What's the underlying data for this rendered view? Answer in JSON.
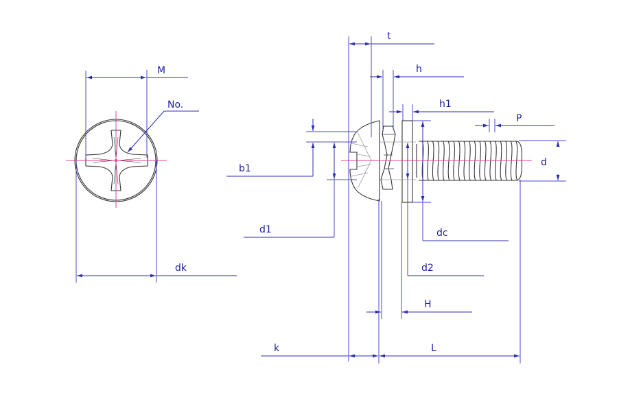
{
  "drawing": {
    "title": "Cross recessed pan head screw with spring washer and plain washer assembly",
    "colors": {
      "dimension": "#2b2bb0",
      "object": "#333333",
      "centerline": "#e0409a",
      "background": "#ffffff"
    },
    "top_view": {
      "labels": {
        "M": "M",
        "No": "No.",
        "dk": "dk"
      }
    },
    "side_view": {
      "labels": {
        "t": "t",
        "h": "h",
        "h1": "h1",
        "P": "P",
        "d": "d",
        "b1": "b1",
        "d1": "d1",
        "dc": "dc",
        "d2": "d2",
        "H": "H",
        "k": "k",
        "L": "L"
      }
    }
  }
}
